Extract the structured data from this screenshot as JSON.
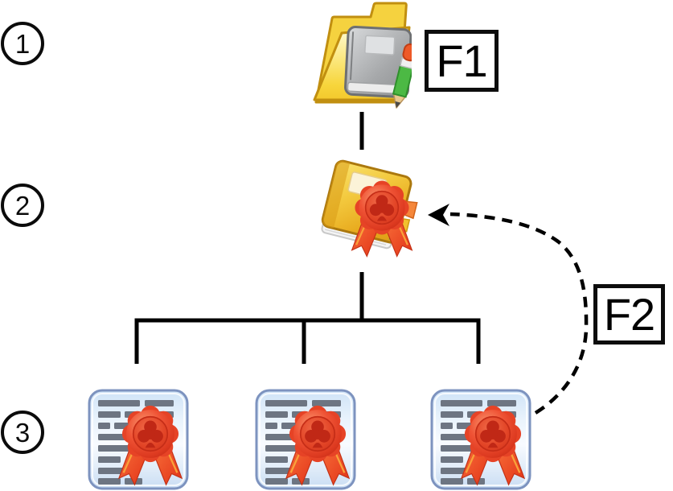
{
  "title": "document-hierarchy-diagram",
  "steps": [
    {
      "number": "1",
      "icon": "folder-with-notebook-and-pencil"
    },
    {
      "number": "2",
      "icon": "sealed-book"
    },
    {
      "number": "3",
      "icon": "certificate-with-seal"
    }
  ],
  "labels": {
    "f1": "F1",
    "f2": "F2"
  },
  "structure": {
    "certificate_count": 3,
    "solid_link": {
      "from": "folder-notebook",
      "to": "sealed-book",
      "label_near_source": "F1"
    },
    "tree_link": {
      "from": "sealed-book",
      "to": [
        "certificate-1",
        "certificate-2",
        "certificate-3"
      ]
    },
    "dashed_arrow": {
      "from": "certificate-3",
      "to": "sealed-book",
      "style": "dashed",
      "label": "F2"
    }
  },
  "colors": {
    "background": "#ffffff",
    "line": "#000000",
    "folder_yellow": "#f7d53b",
    "folder_border": "#c18f10",
    "book_gold": "#eeb92d",
    "seal_red": "#e8432a",
    "ribbon_orange_stripe": "#f9a23a",
    "certificate_blue": "#d9e9fa",
    "certificate_border": "#7d93bf",
    "text_bar_gray": "#6d7582",
    "pencil_green": "#4cb944",
    "notebook_gray": "#a6a8aa"
  }
}
